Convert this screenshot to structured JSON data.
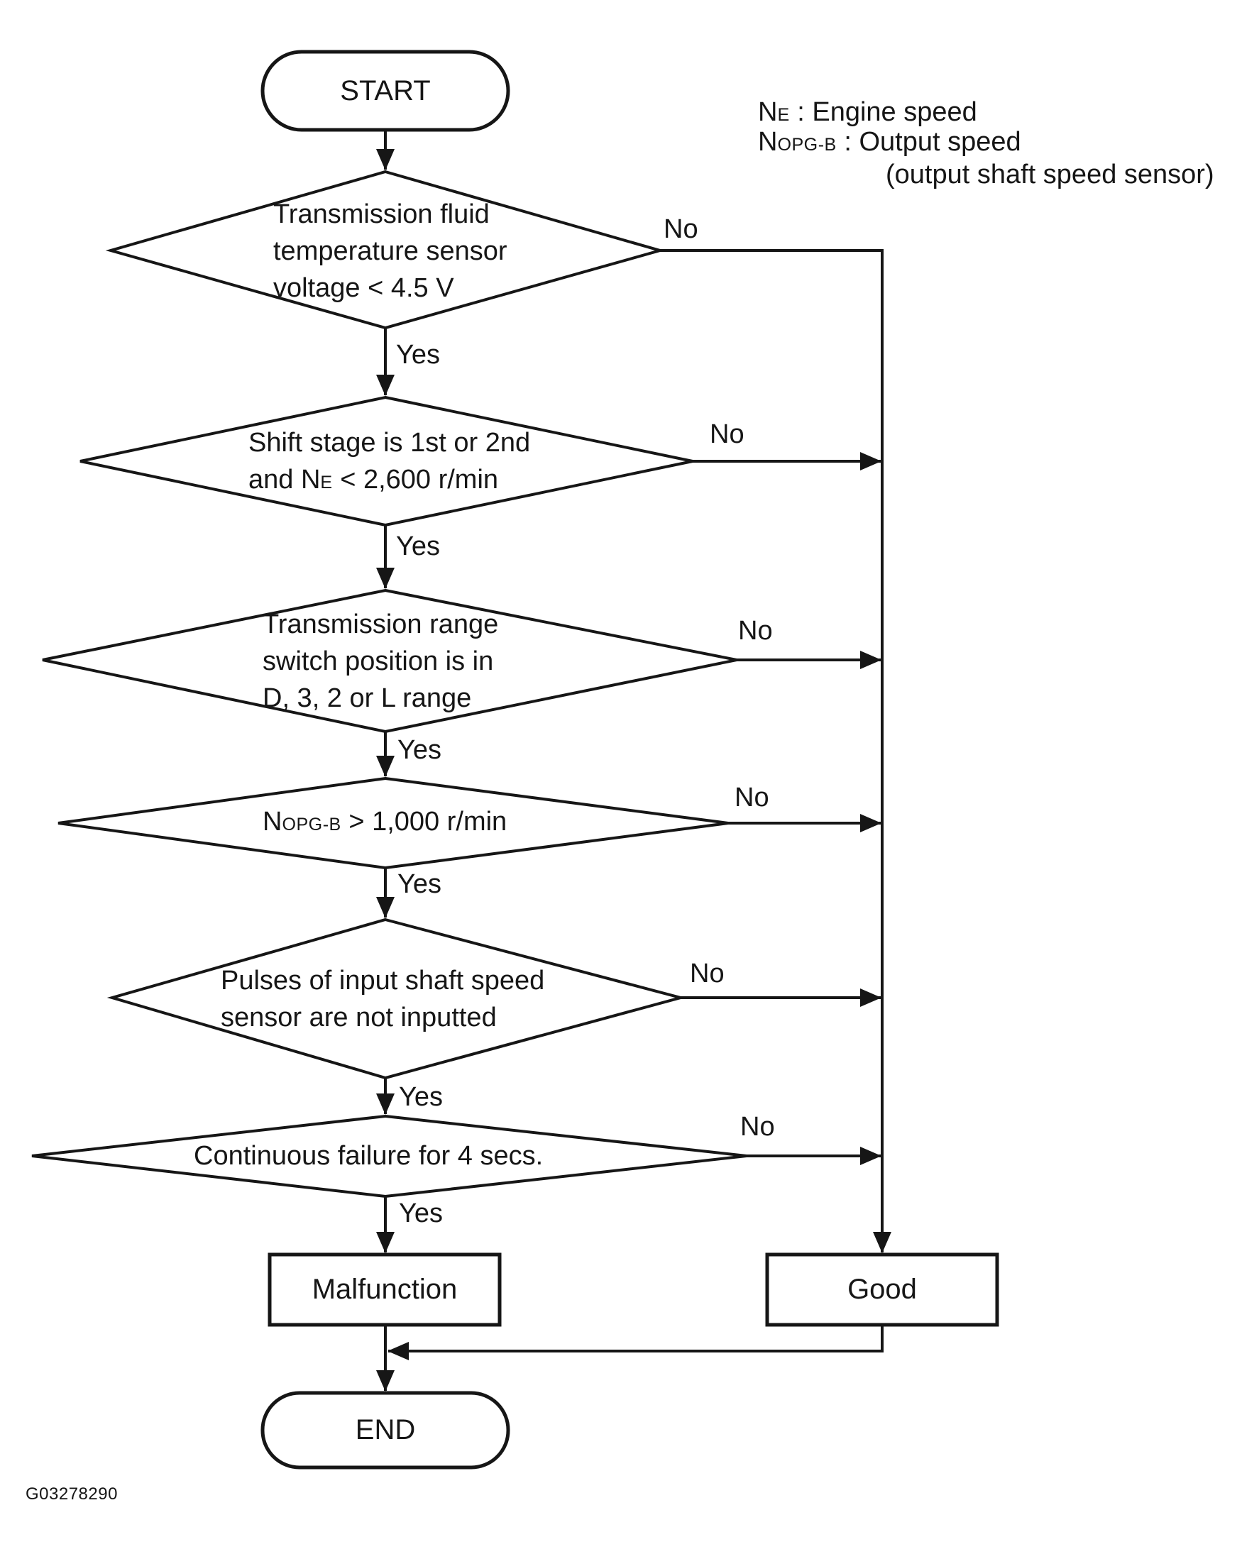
{
  "colors": {
    "ink": "#161616",
    "background": "#ffffff"
  },
  "terminals": {
    "start": "START",
    "end": "END"
  },
  "labels": {
    "yes": "Yes",
    "no": "No"
  },
  "legend": {
    "engine": {
      "symbol": "N",
      "sub": "E",
      "rest": " : Engine speed"
    },
    "output": {
      "symbol": "N",
      "sub": "OPG-B",
      "rest": " : Output speed"
    },
    "note": "(output shaft speed sensor)"
  },
  "decisions": {
    "fluid_temp": {
      "line1": "Transmission fluid",
      "line2": "temperature sensor",
      "line3": "voltage < 4.5 V"
    },
    "shift_stage": {
      "line1": "Shift stage is 1st or 2nd",
      "line2_pre": "and N",
      "line2_sub": "E",
      "line2_post": " < 2,600 r/min"
    },
    "range_switch": {
      "line1": "Transmission range",
      "line2": "switch position is in",
      "line3": "D, 3, 2 or L range"
    },
    "output_speed": {
      "pre": "N",
      "sub": "OPG-B",
      "post": " > 1,000 r/min"
    },
    "input_pulses": {
      "line1": "Pulses of input shaft speed",
      "line2": "sensor are not inputted"
    },
    "continuous_failure": {
      "line1": "Continuous failure for 4 secs."
    }
  },
  "outcomes": {
    "malfunction": "Malfunction",
    "good": "Good"
  },
  "footer": {
    "figure_code": "G03278290"
  }
}
